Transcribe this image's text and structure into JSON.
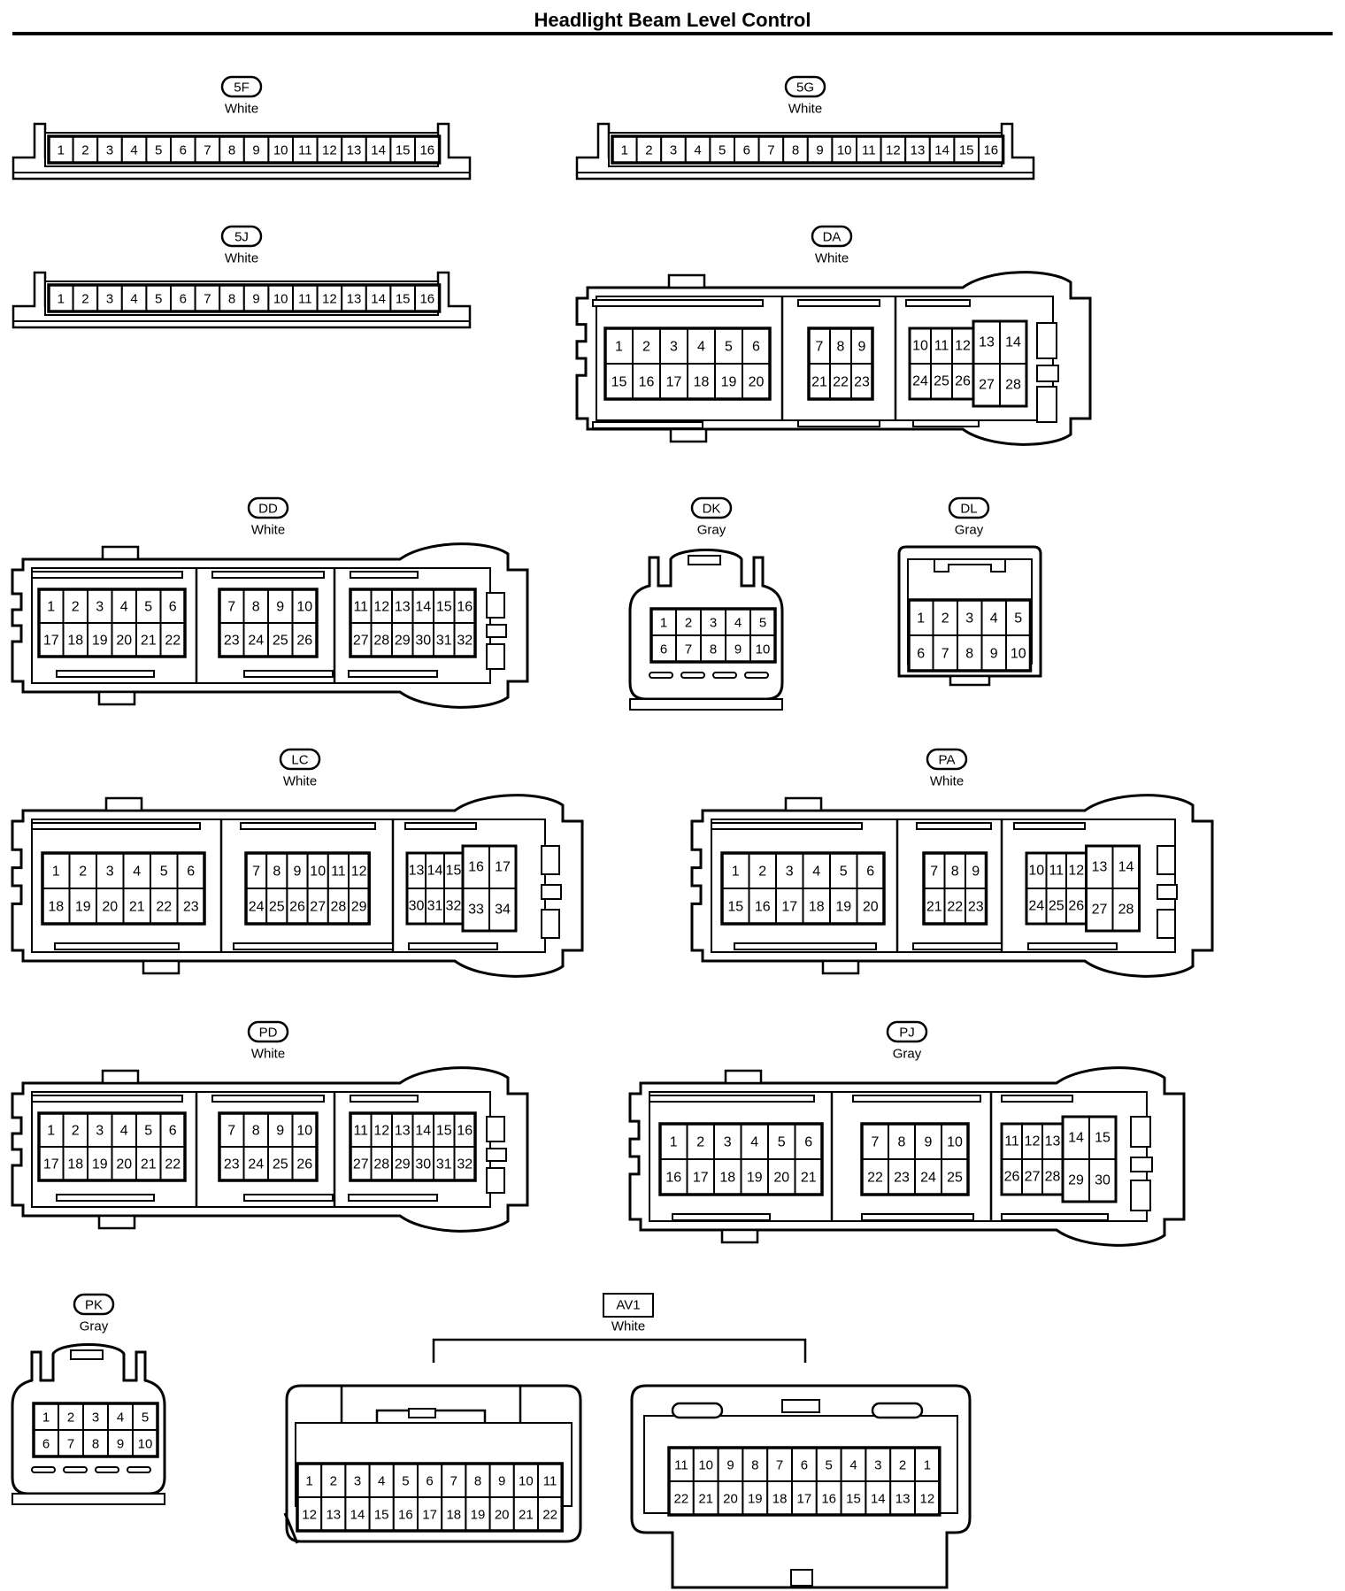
{
  "page": {
    "title": "Headlight Beam Level Control"
  },
  "connectors": [
    {
      "id": "5F",
      "color": "White",
      "rows": [
        [
          "1",
          "2",
          "3",
          "4",
          "5",
          "6",
          "7",
          "8",
          "9",
          "10",
          "11",
          "12",
          "13",
          "14",
          "15",
          "16"
        ]
      ]
    },
    {
      "id": "5G",
      "color": "White",
      "rows": [
        [
          "1",
          "2",
          "3",
          "4",
          "5",
          "6",
          "7",
          "8",
          "9",
          "10",
          "11",
          "12",
          "13",
          "14",
          "15",
          "16"
        ]
      ]
    },
    {
      "id": "5J",
      "color": "White",
      "rows": [
        [
          "1",
          "2",
          "3",
          "4",
          "5",
          "6",
          "7",
          "8",
          "9",
          "10",
          "11",
          "12",
          "13",
          "14",
          "15",
          "16"
        ]
      ]
    },
    {
      "id": "DA",
      "color": "White",
      "groups": [
        {
          "rows": [
            [
              "1",
              "2",
              "3",
              "4",
              "5",
              "6"
            ],
            [
              "15",
              "16",
              "17",
              "18",
              "19",
              "20"
            ]
          ]
        },
        {
          "rows": [
            [
              "7",
              "8",
              "9"
            ],
            [
              "21",
              "22",
              "23"
            ]
          ]
        },
        {
          "rows": [
            [
              "10",
              "11",
              "12",
              "13",
              "14"
            ],
            [
              "24",
              "25",
              "26",
              "27",
              "28"
            ]
          ]
        }
      ]
    },
    {
      "id": "DD",
      "color": "White",
      "groups": [
        {
          "rows": [
            [
              "1",
              "2",
              "3",
              "4",
              "5",
              "6"
            ],
            [
              "17",
              "18",
              "19",
              "20",
              "21",
              "22"
            ]
          ]
        },
        {
          "rows": [
            [
              "7",
              "8",
              "9",
              "10"
            ],
            [
              "23",
              "24",
              "25",
              "26"
            ]
          ]
        },
        {
          "rows": [
            [
              "11",
              "12",
              "13",
              "14",
              "15",
              "16"
            ],
            [
              "27",
              "28",
              "29",
              "30",
              "31",
              "32"
            ]
          ]
        }
      ]
    },
    {
      "id": "DK",
      "color": "Gray",
      "rows": [
        [
          "1",
          "2",
          "3",
          "4",
          "5"
        ],
        [
          "6",
          "7",
          "8",
          "9",
          "10"
        ]
      ]
    },
    {
      "id": "DL",
      "color": "Gray",
      "rows": [
        [
          "1",
          "2",
          "3",
          "4",
          "5"
        ],
        [
          "6",
          "7",
          "8",
          "9",
          "10"
        ]
      ]
    },
    {
      "id": "LC",
      "color": "White",
      "groups": [
        {
          "rows": [
            [
              "1",
              "2",
              "3",
              "4",
              "5",
              "6"
            ],
            [
              "18",
              "19",
              "20",
              "21",
              "22",
              "23"
            ]
          ]
        },
        {
          "rows": [
            [
              "7",
              "8",
              "9",
              "10",
              "11",
              "12"
            ],
            [
              "24",
              "25",
              "26",
              "27",
              "28",
              "29"
            ]
          ]
        },
        {
          "rows": [
            [
              "13",
              "14",
              "15",
              "16",
              "17"
            ],
            [
              "30",
              "31",
              "32",
              "33",
              "34"
            ]
          ]
        }
      ]
    },
    {
      "id": "PA",
      "color": "White",
      "groups": [
        {
          "rows": [
            [
              "1",
              "2",
              "3",
              "4",
              "5",
              "6"
            ],
            [
              "15",
              "16",
              "17",
              "18",
              "19",
              "20"
            ]
          ]
        },
        {
          "rows": [
            [
              "7",
              "8",
              "9"
            ],
            [
              "21",
              "22",
              "23"
            ]
          ]
        },
        {
          "rows": [
            [
              "10",
              "11",
              "12",
              "13",
              "14"
            ],
            [
              "24",
              "25",
              "26",
              "27",
              "28"
            ]
          ]
        }
      ]
    },
    {
      "id": "PD",
      "color": "White",
      "groups": [
        {
          "rows": [
            [
              "1",
              "2",
              "3",
              "4",
              "5",
              "6"
            ],
            [
              "17",
              "18",
              "19",
              "20",
              "21",
              "22"
            ]
          ]
        },
        {
          "rows": [
            [
              "7",
              "8",
              "9",
              "10"
            ],
            [
              "23",
              "24",
              "25",
              "26"
            ]
          ]
        },
        {
          "rows": [
            [
              "11",
              "12",
              "13",
              "14",
              "15",
              "16"
            ],
            [
              "27",
              "28",
              "29",
              "30",
              "31",
              "32"
            ]
          ]
        }
      ]
    },
    {
      "id": "PJ",
      "color": "Gray",
      "groups": [
        {
          "rows": [
            [
              "1",
              "2",
              "3",
              "4",
              "5",
              "6"
            ],
            [
              "16",
              "17",
              "18",
              "19",
              "20",
              "21"
            ]
          ]
        },
        {
          "rows": [
            [
              "7",
              "8",
              "9",
              "10"
            ],
            [
              "22",
              "23",
              "24",
              "25"
            ]
          ]
        },
        {
          "rows": [
            [
              "11",
              "12",
              "13",
              "14",
              "15"
            ],
            [
              "26",
              "27",
              "28",
              "29",
              "30"
            ]
          ]
        }
      ]
    },
    {
      "id": "PK",
      "color": "Gray",
      "rows": [
        [
          "1",
          "2",
          "3",
          "4",
          "5"
        ],
        [
          "6",
          "7",
          "8",
          "9",
          "10"
        ]
      ]
    },
    {
      "id": "AV1",
      "color": "White",
      "parts": [
        {
          "rows": [
            [
              "1",
              "2",
              "3",
              "4",
              "5",
              "6",
              "7",
              "8",
              "9",
              "10",
              "11"
            ],
            [
              "12",
              "13",
              "14",
              "15",
              "16",
              "17",
              "18",
              "19",
              "20",
              "21",
              "22"
            ]
          ]
        },
        {
          "rows": [
            [
              "11",
              "10",
              "9",
              "8",
              "7",
              "6",
              "5",
              "4",
              "3",
              "2",
              "1"
            ],
            [
              "22",
              "21",
              "20",
              "19",
              "18",
              "17",
              "16",
              "15",
              "14",
              "13",
              "12"
            ]
          ]
        }
      ]
    }
  ]
}
